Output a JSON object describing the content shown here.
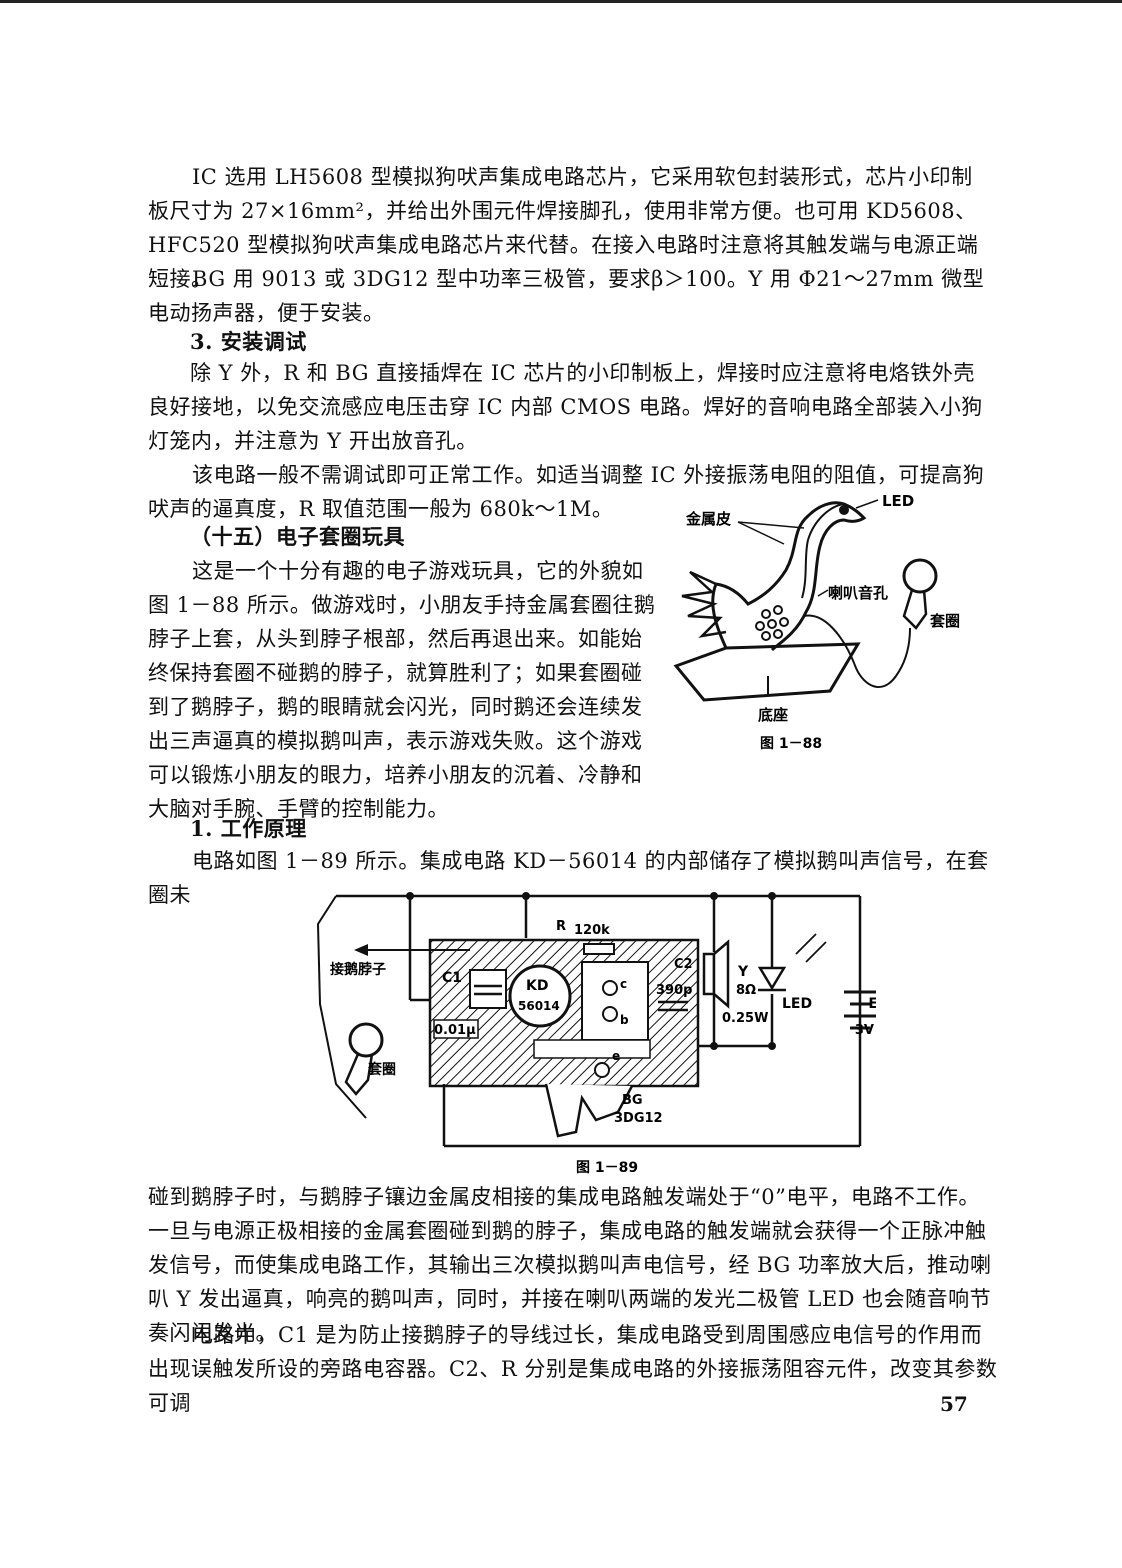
{
  "paragraphs": {
    "p1": "IC 选用 LH5608 型模拟狗吠声集成电路芯片，它采用软包封装形式，芯片小印制板尺寸为 27×16mm²，并给出外围元件焊接脚孔，使用非常方便。也可用 KD5608、HFC520 型模拟狗吠声集成电路芯片来代替。在接入电路时注意将其触发端与电源正端短接。",
    "p2": "BG 用 9013 或 3DG12 型中功率三极管，要求β＞100。Y 用 Φ21～27mm 微型电动扬声器，便于安装。",
    "h_install": "3. 安装调试",
    "p3": "除 Y 外，R 和 BG 直接插焊在 IC 芯片的小印制板上，焊接时应注意将电烙铁外壳良好接地，以免交流感应电压击穿 IC 内部 CMOS 电路。焊好的音响电路全部装入小狗灯笼内，并注意为 Y 开出放音孔。",
    "p4": "该电路一般不需调试即可正常工作。如适当调整 IC 外接振荡电阻的阻值，可提高狗吠声的逼真度，R 取值范围一般为 680k～1M。",
    "h_section": "（十五）电子套圈玩具",
    "p5": "这是一个十分有趣的电子游戏玩具，它的外貌如图 1－88 所示。做游戏时，小朋友手持金属套圈往鹅脖子上套，从头到脖子根部，然后再退出来。如能始终保持套圈不碰鹅的脖子，就算胜利了；如果套圈碰到了鹅脖子，鹅的眼睛就会闪光，同时鹅还会连续发出三声逼真的模拟鹅叫声，表示游戏失败。这个游戏可以锻炼小朋友的眼力，培养小朋友的沉着、冷静和大脑对手腕、手臂的控制能力。",
    "h_principle": "1. 工作原理",
    "p6": "电路如图 1－89 所示。集成电路 KD－56014 的内部储存了模拟鹅叫声信号，在套圈未",
    "p7": "碰到鹅脖子时，与鹅脖子镶边金属皮相接的集成电路触发端处于“0”电平，电路不工作。一旦与电源正极相接的金属套圈碰到鹅的脖子，集成电路的触发端就会获得一个正脉冲触发信号，而使集成电路工作，其输出三次模拟鹅叫声电信号，经 BG 功率放大后，推动喇叭 Y 发出逼真，响亮的鹅叫声，同时，并接在喇叭两端的发光二极管 LED 也会随音响节奏闪闪发光。",
    "p8": "电路中，C1 是为防止接鹅脖子的导线过长，集成电路受到周围感应电信号的作用而出现误触发所设的旁路电容器。C2、R 分别是集成电路的外接振荡阻容元件，改变其参数可调"
  },
  "fig88": {
    "caption": "图 1－88",
    "label_metal": "金属皮",
    "label_led": "LED",
    "label_speaker_holes": "喇叭音孔",
    "label_ring": "套圈",
    "label_base": "底座"
  },
  "fig89": {
    "caption": "图 1－89",
    "label_neck": "接鹅脖子",
    "label_ring": "套圈",
    "label_c1": "C1",
    "label_c1_val": "0.01μ",
    "label_kd": "KD",
    "label_kd_num": "56014",
    "label_r": "R",
    "label_r_val": "120k",
    "label_c2": "C2",
    "label_c2_val": "390p",
    "label_y": "Y",
    "label_y_ohm": "8Ω",
    "label_y_w": "0.25W",
    "label_led": "LED",
    "label_e": "E",
    "label_e_v": "3V",
    "label_bg": "BG",
    "label_bg_type": "3DG12",
    "label_pin_c": "c",
    "label_pin_b": "b",
    "label_pin_e": "e"
  },
  "page_number": "57"
}
